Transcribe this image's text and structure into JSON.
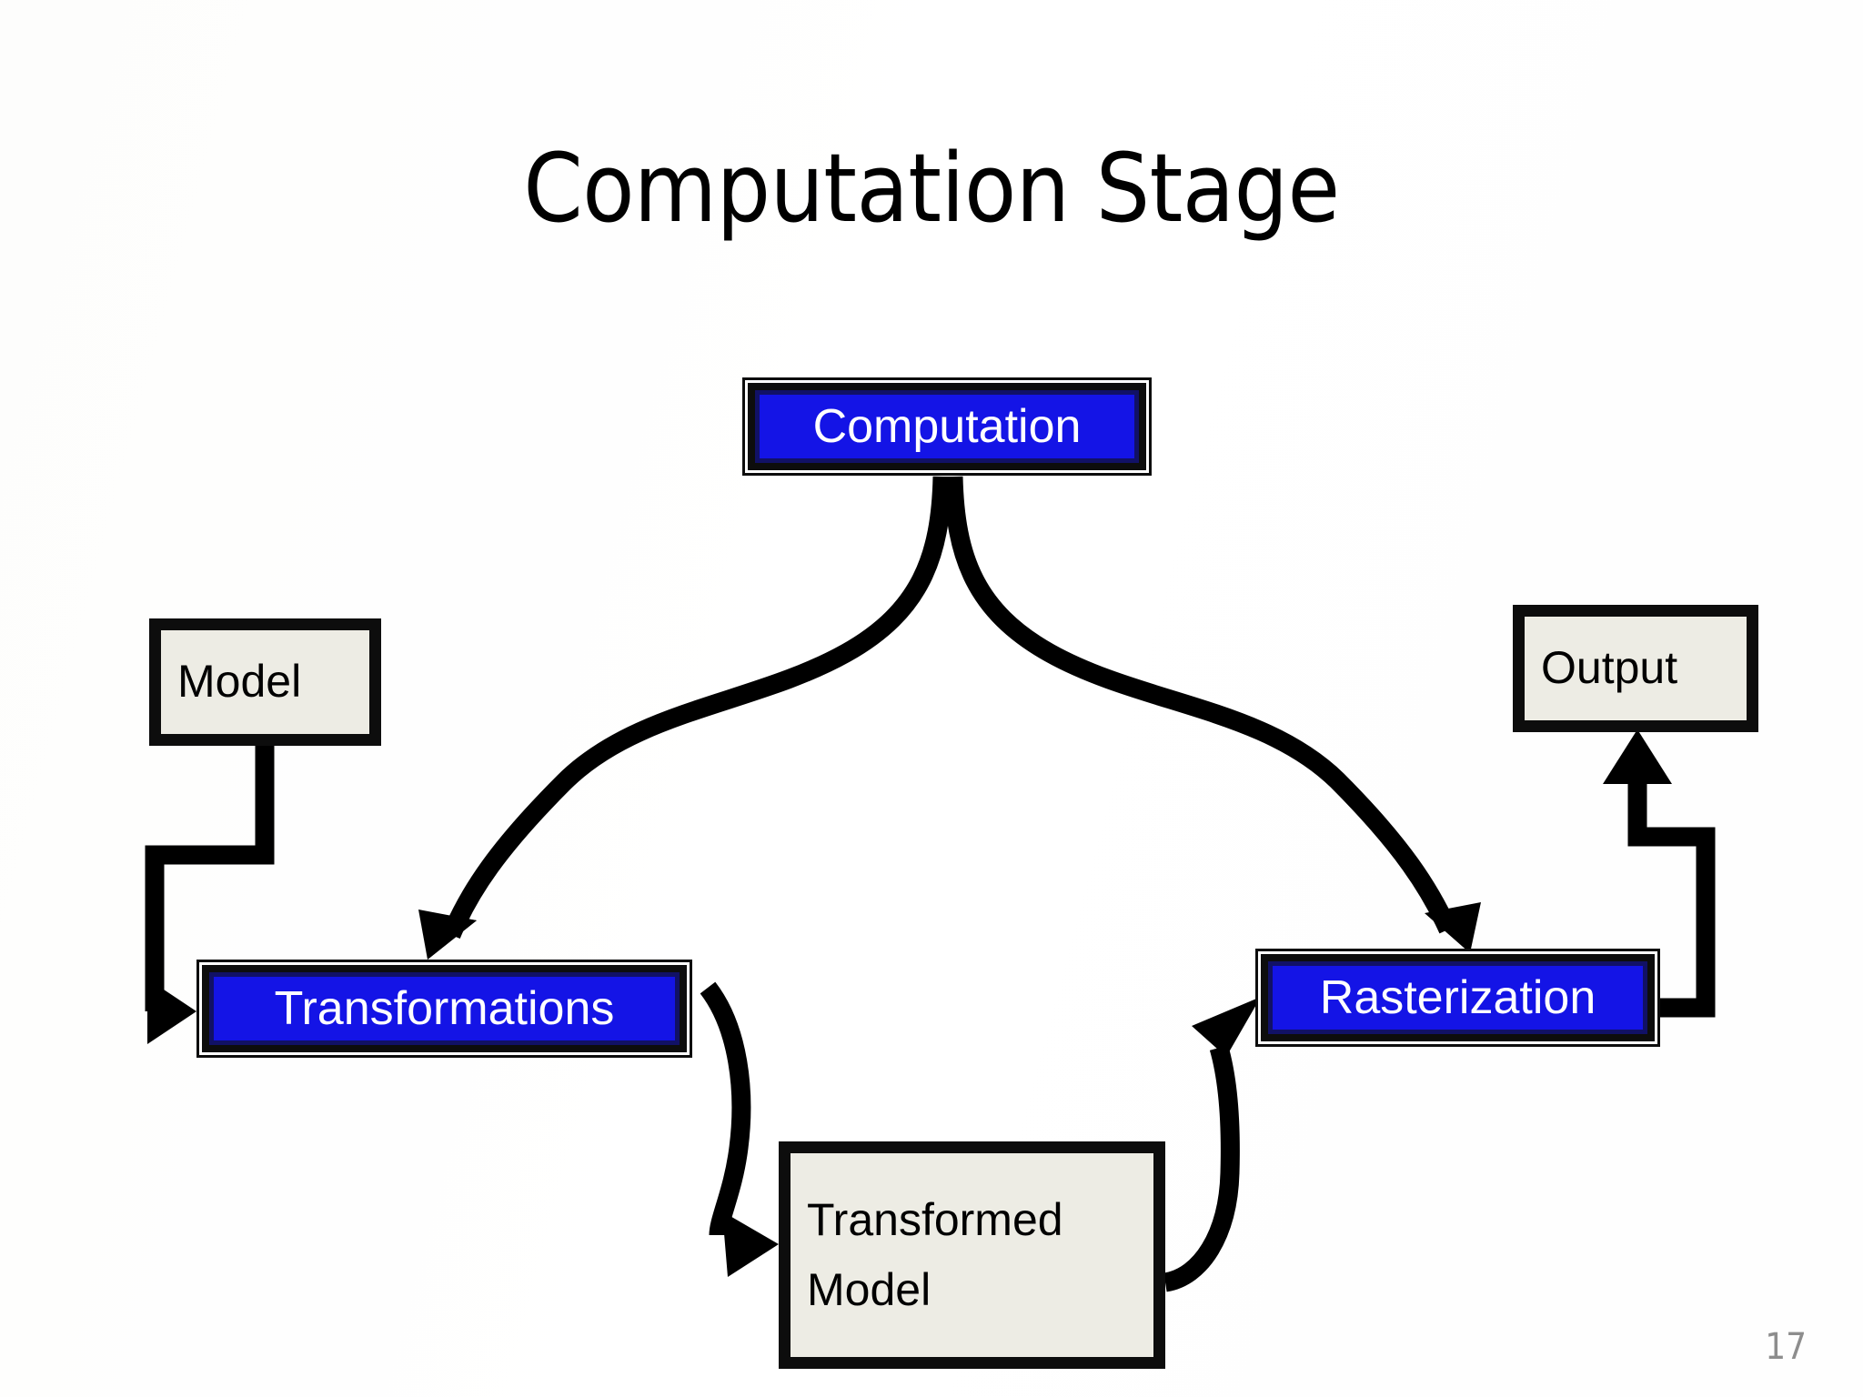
{
  "slide": {
    "title": "Computation Stage",
    "page_number": "17",
    "background_color": "#ffffff"
  },
  "theme": {
    "process_fill": "#1414e6",
    "process_inner_border": "#111166",
    "process_text": "#ffffff",
    "plain_fill": "#edece4",
    "border_color": "#0d0d0d",
    "connector_color": "#000000",
    "page_number_color": "#8d8d8d"
  },
  "diagram": {
    "nodes": [
      {
        "id": "computation",
        "label": "Computation",
        "kind": "process"
      },
      {
        "id": "model",
        "label": "Model",
        "kind": "plain"
      },
      {
        "id": "output",
        "label": "Output",
        "kind": "plain"
      },
      {
        "id": "transformations",
        "label": "Transformations",
        "kind": "process"
      },
      {
        "id": "rasterization",
        "label": "Rasterization",
        "kind": "process"
      },
      {
        "id": "transformed_model",
        "label_line1": "Transformed",
        "label_line2": "Model",
        "kind": "plain"
      }
    ],
    "edges": [
      {
        "id": "computation-to-transformations",
        "from": "computation",
        "to": "transformations",
        "style": "curved",
        "arrow": "end"
      },
      {
        "id": "computation-to-rasterization",
        "from": "computation",
        "to": "rasterization",
        "style": "curved",
        "arrow": "end"
      },
      {
        "id": "model-to-transformations",
        "from": "model",
        "to": "transformations",
        "style": "elbow",
        "arrow": "end"
      },
      {
        "id": "transformations-to-transformed-model",
        "from": "transformations",
        "to": "transformed_model",
        "style": "curved",
        "arrow": "end"
      },
      {
        "id": "transformed-model-to-rasterization",
        "from": "transformed_model",
        "to": "rasterization",
        "style": "curved",
        "arrow": "end"
      },
      {
        "id": "rasterization-to-output",
        "from": "rasterization",
        "to": "output",
        "style": "elbow",
        "arrow": "end"
      }
    ]
  }
}
